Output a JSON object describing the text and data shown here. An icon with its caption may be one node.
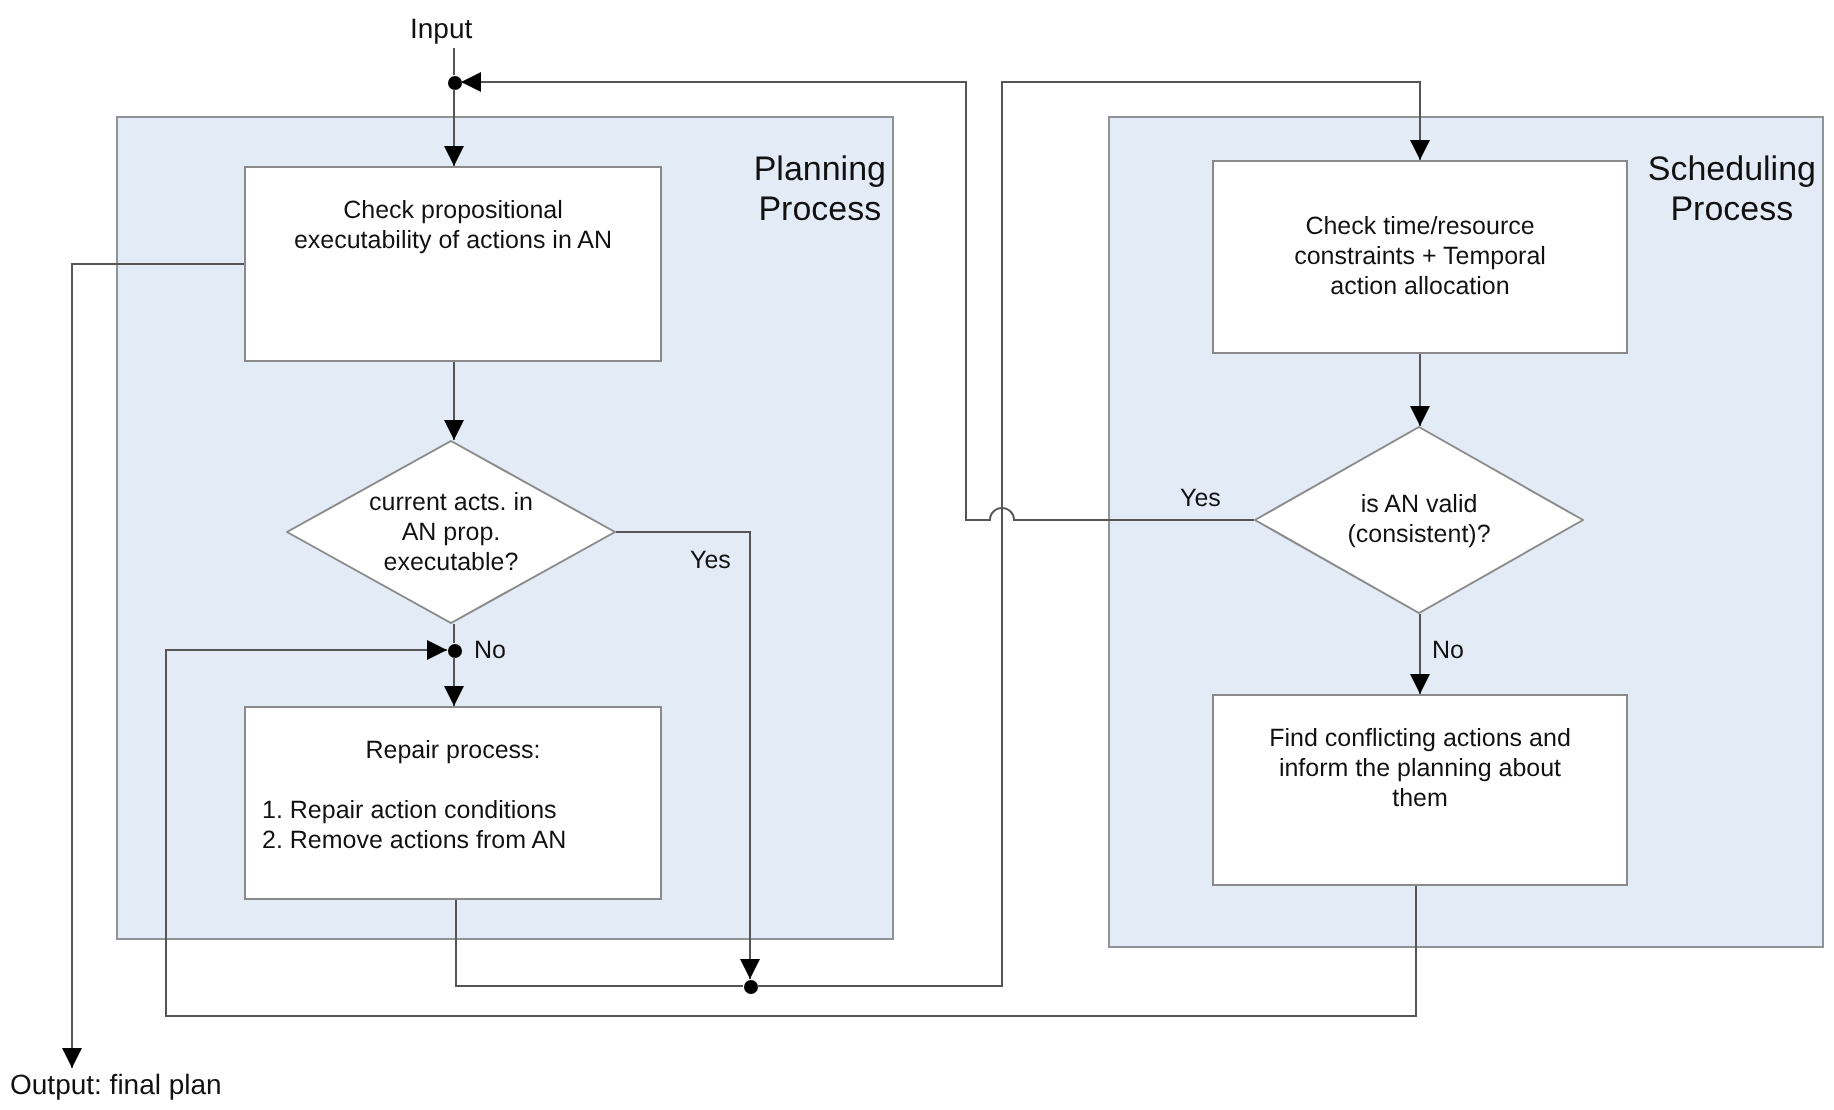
{
  "diagram": {
    "nodes": [
      {
        "text": [
          "Input"
        ]
      },
      {
        "text": [],
        "shape": "circle"
      },
      {
        "text": [
          "Planning Process"
        ]
      },
      {
        "text": [
          "Check propositional executability of actions in AN"
        ],
        "in": 2
      },
      {
        "text": [
          "current acts. in AN prop. executable?"
        ],
        "in": 2
      },
      {
        "text": [],
        "shape": "circle",
        "in": 2
      },
      {
        "text": [
          "Repair process:",
          "1. Repair action conditions",
          "2. Remove actions from AN"
        ],
        "in": 2
      },
      {
        "text": [],
        "shape": "circle"
      },
      {
        "text": [
          "Scheduling Process"
        ]
      },
      {
        "text": [
          "Check time/resource constraints + Temporal action allocation"
        ],
        "in": 8
      },
      {
        "text": [
          "is AN valid (consistent)?"
        ],
        "in": 8
      },
      {
        "text": [
          "Find conflicting actions and inform the planning about them"
        ],
        "in": 8
      },
      {
        "text": [
          "Output: final plan"
        ]
      }
    ],
    "edges": [
      {
        "from": 0,
        "to": 1,
        "arrow": "none"
      },
      {
        "from": 1,
        "to": 3,
        "arrow": "to"
      },
      {
        "from": 3,
        "to": 4,
        "arrow": "to"
      },
      {
        "from": 4,
        "to": 5,
        "arrow": "none",
        "label": "No"
      },
      {
        "from": 5,
        "to": 6,
        "arrow": "to"
      },
      {
        "from": 4,
        "to": 7,
        "arrow": "to",
        "label": "Yes"
      },
      {
        "from": 6,
        "to": 7,
        "arrow": "none"
      },
      {
        "from": 7,
        "to": 9,
        "arrow": "to"
      },
      {
        "from": 9,
        "to": 10,
        "arrow": "to"
      },
      {
        "from": 10,
        "to": 1,
        "arrow": "to",
        "label": "Yes"
      },
      {
        "from": 10,
        "to": 11,
        "arrow": "to",
        "label": "No"
      },
      {
        "from": 11,
        "to": 5,
        "arrow": "to"
      },
      {
        "from": 3,
        "to": 12,
        "arrow": "to"
      }
    ]
  }
}
